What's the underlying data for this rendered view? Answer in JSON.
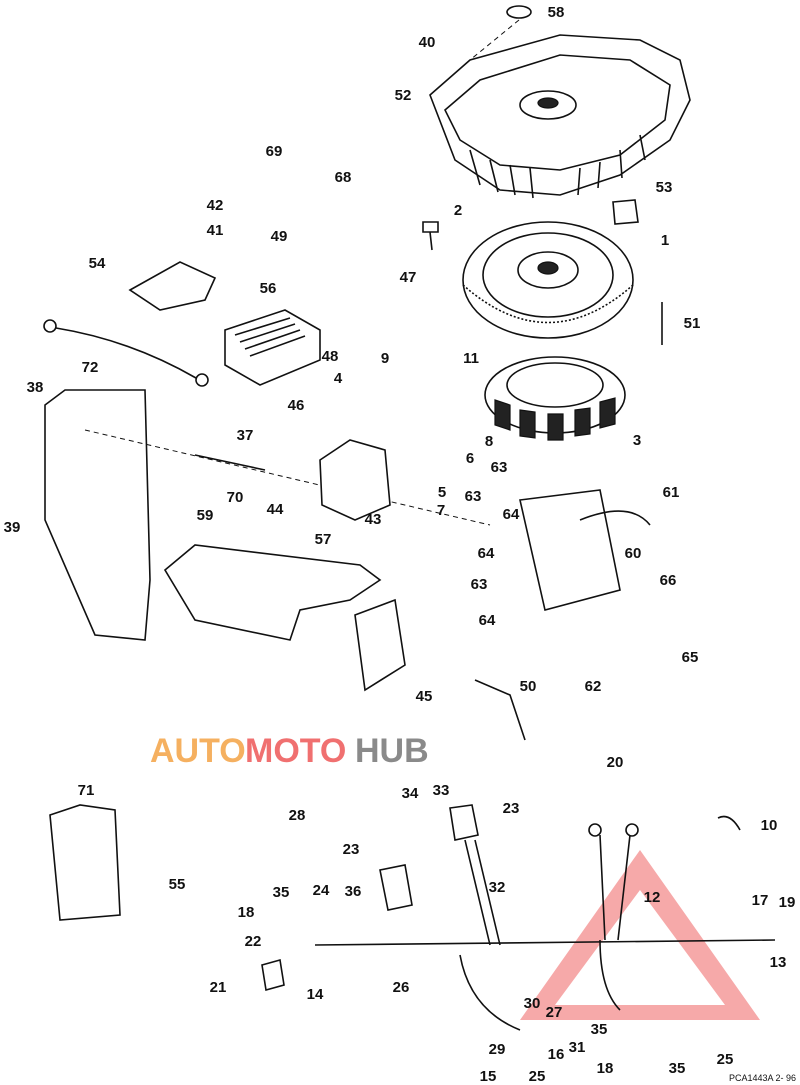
{
  "diagram": {
    "callouts": [
      "58",
      "40",
      "52",
      "69",
      "68",
      "42",
      "41",
      "2",
      "53",
      "1",
      "49",
      "54",
      "56",
      "47",
      "51",
      "72",
      "48",
      "9",
      "11",
      "4",
      "38",
      "46",
      "37",
      "8",
      "3",
      "6",
      "63",
      "61",
      "5",
      "70",
      "44",
      "43",
      "7",
      "63",
      "64",
      "39",
      "59",
      "57",
      "64",
      "60",
      "66",
      "63",
      "64",
      "65",
      "62",
      "45",
      "50",
      "20",
      "71",
      "34",
      "33",
      "23",
      "10",
      "28",
      "23",
      "32",
      "24",
      "55",
      "35",
      "36",
      "17",
      "19",
      "18",
      "12",
      "22",
      "26",
      "13",
      "21",
      "14",
      "30",
      "27",
      "35",
      "29",
      "16",
      "31",
      "18",
      "35",
      "25",
      "15",
      "25"
    ],
    "figure_code": "PCA1443A  2- 96",
    "watermark": {
      "part1": "AUTO",
      "part2": "MOTO",
      "part3": "HUB"
    },
    "colors": {
      "watermark_orange": "#f5b060",
      "watermark_red": "#f07070",
      "watermark_gray": "#8a8a8a",
      "watermark_triangle": "#f59a9a"
    }
  }
}
